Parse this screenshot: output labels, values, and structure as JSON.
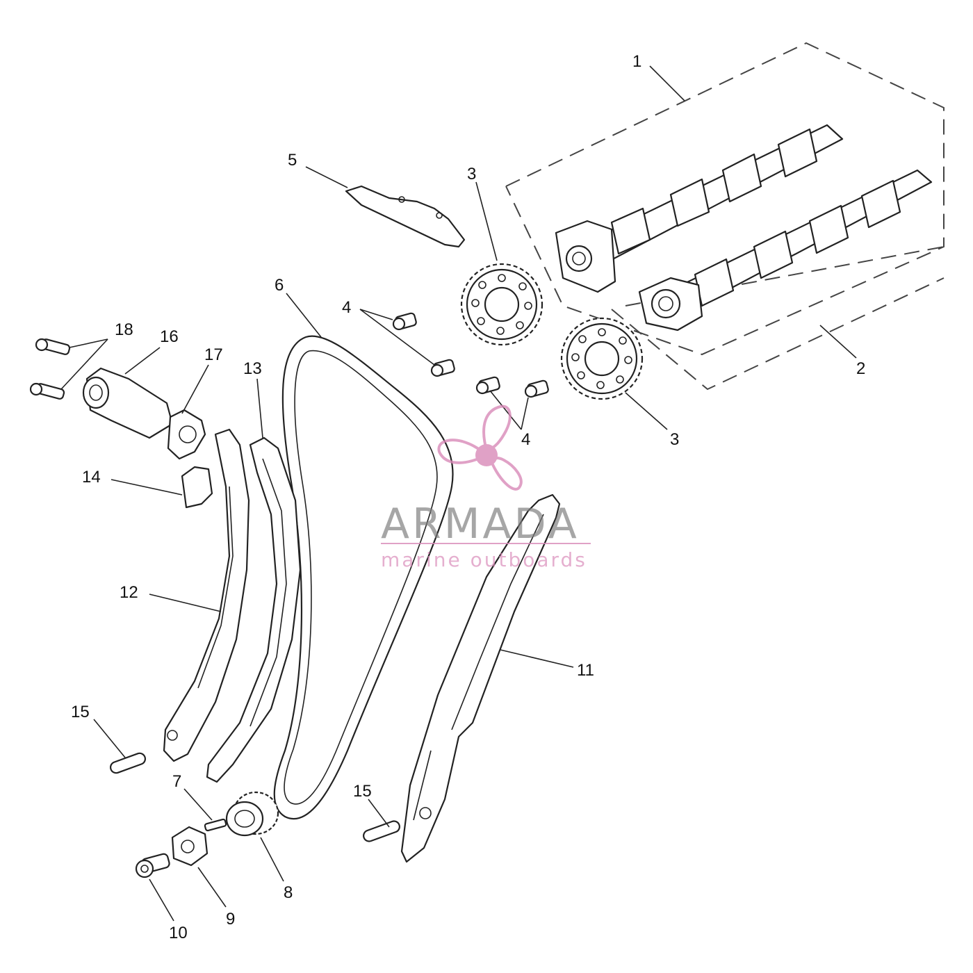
{
  "diagram": {
    "callouts": [
      {
        "id": "c1",
        "label": "1"
      },
      {
        "id": "c2",
        "label": "2"
      },
      {
        "id": "c3a",
        "label": "3"
      },
      {
        "id": "c3b",
        "label": "3"
      },
      {
        "id": "c4a",
        "label": "4"
      },
      {
        "id": "c4b",
        "label": "4"
      },
      {
        "id": "c5",
        "label": "5"
      },
      {
        "id": "c6",
        "label": "6"
      },
      {
        "id": "c7",
        "label": "7"
      },
      {
        "id": "c8",
        "label": "8"
      },
      {
        "id": "c9",
        "label": "9"
      },
      {
        "id": "c10",
        "label": "10"
      },
      {
        "id": "c11",
        "label": "11"
      },
      {
        "id": "c12",
        "label": "12"
      },
      {
        "id": "c13",
        "label": "13"
      },
      {
        "id": "c14",
        "label": "14"
      },
      {
        "id": "c15a",
        "label": "15"
      },
      {
        "id": "c15b",
        "label": "15"
      },
      {
        "id": "c16",
        "label": "16"
      },
      {
        "id": "c17",
        "label": "17"
      },
      {
        "id": "c18",
        "label": "18"
      }
    ]
  },
  "watermark": {
    "brand": "ARMADA",
    "tagline": "marine outboards",
    "accent_color": "#d98ab8",
    "text_color": "#7d7d7d",
    "logo_icon": "propeller-icon"
  }
}
